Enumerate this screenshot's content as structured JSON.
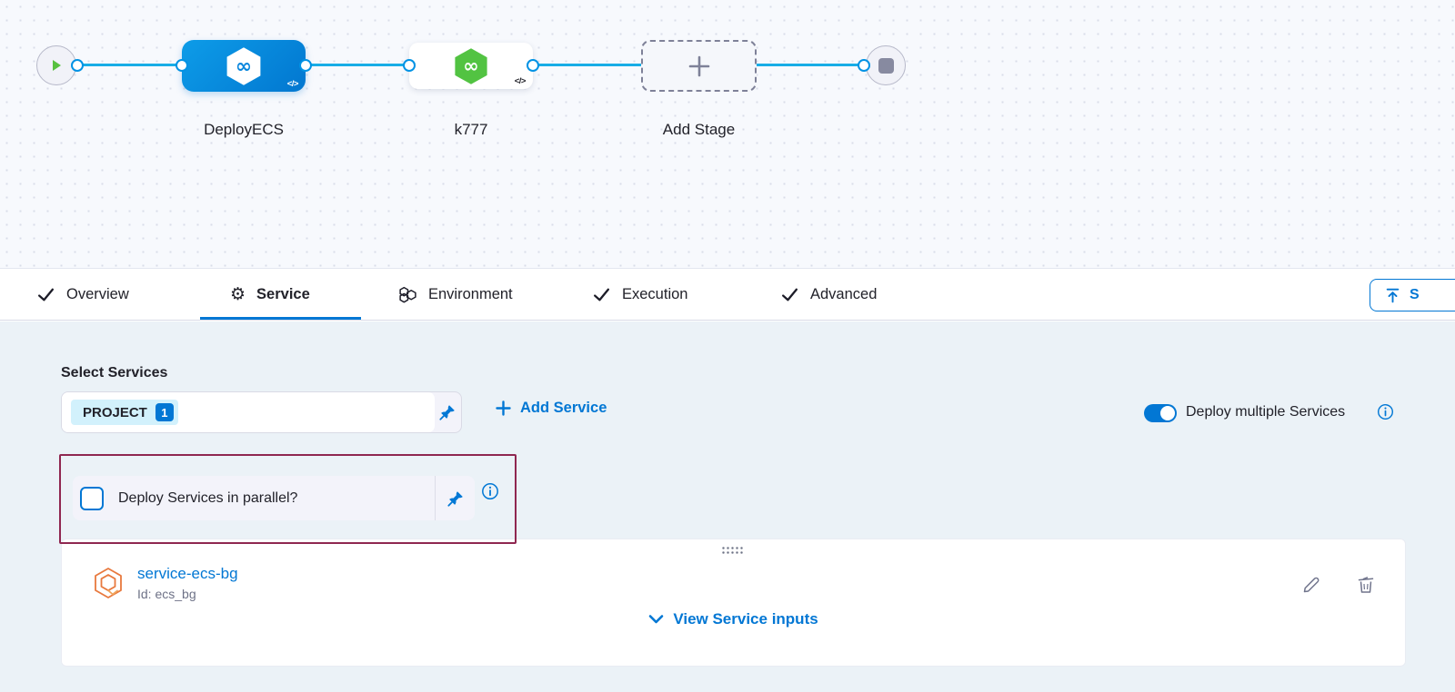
{
  "pipeline": {
    "stage_deploy": {
      "label": "DeployECS",
      "code_badge": "</>"
    },
    "stage_k777": {
      "label": "k777",
      "code_badge": "</>"
    },
    "add_stage": {
      "label": "Add Stage"
    }
  },
  "tabs": {
    "overview": "Overview",
    "service": "Service",
    "environment": "Environment",
    "execution": "Execution",
    "advanced": "Advanced"
  },
  "toolbar": {
    "save_partial_label": "S"
  },
  "services": {
    "select_label": "Select Services",
    "chip_label": "PROJECT",
    "chip_count": "1",
    "add_service_label": "Add Service",
    "deploy_multiple_label": "Deploy multiple Services",
    "parallel_label": "Deploy Services in parallel?"
  },
  "service_card": {
    "name": "service-ecs-bg",
    "id_text": "Id: ecs_bg",
    "view_inputs_label": "View Service inputs"
  },
  "glyphs": {
    "infinity": "∞",
    "gear": "⚙"
  },
  "colors": {
    "accent": "#0278d5",
    "connector": "#18ade6",
    "node_blue": "#0a93e1",
    "node_green": "#52c342",
    "highlight_border": "#8f2750",
    "chip_bg": "#d2f1fc",
    "content_bg": "#ebf2f7"
  }
}
